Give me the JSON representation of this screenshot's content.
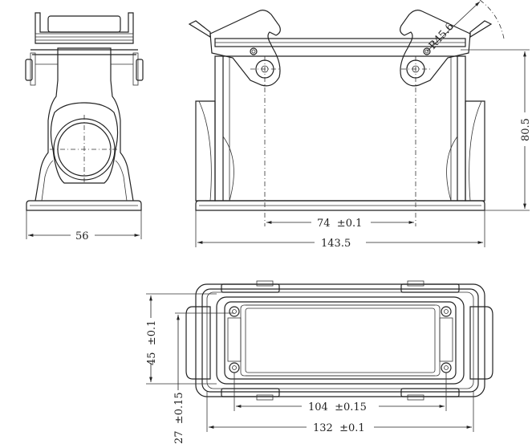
{
  "dimensions": {
    "side_width": "56",
    "front_height": "80.5",
    "bolt_spacing": "74  ±0.1",
    "front_width": "143.5",
    "lever_radius": "R45.6",
    "top_height": "45  ±0.1",
    "top_offset": "27  ±0.15",
    "hole_spacing_104": "104  ±0.15",
    "hole_spacing_132": "132  ±0.1"
  }
}
